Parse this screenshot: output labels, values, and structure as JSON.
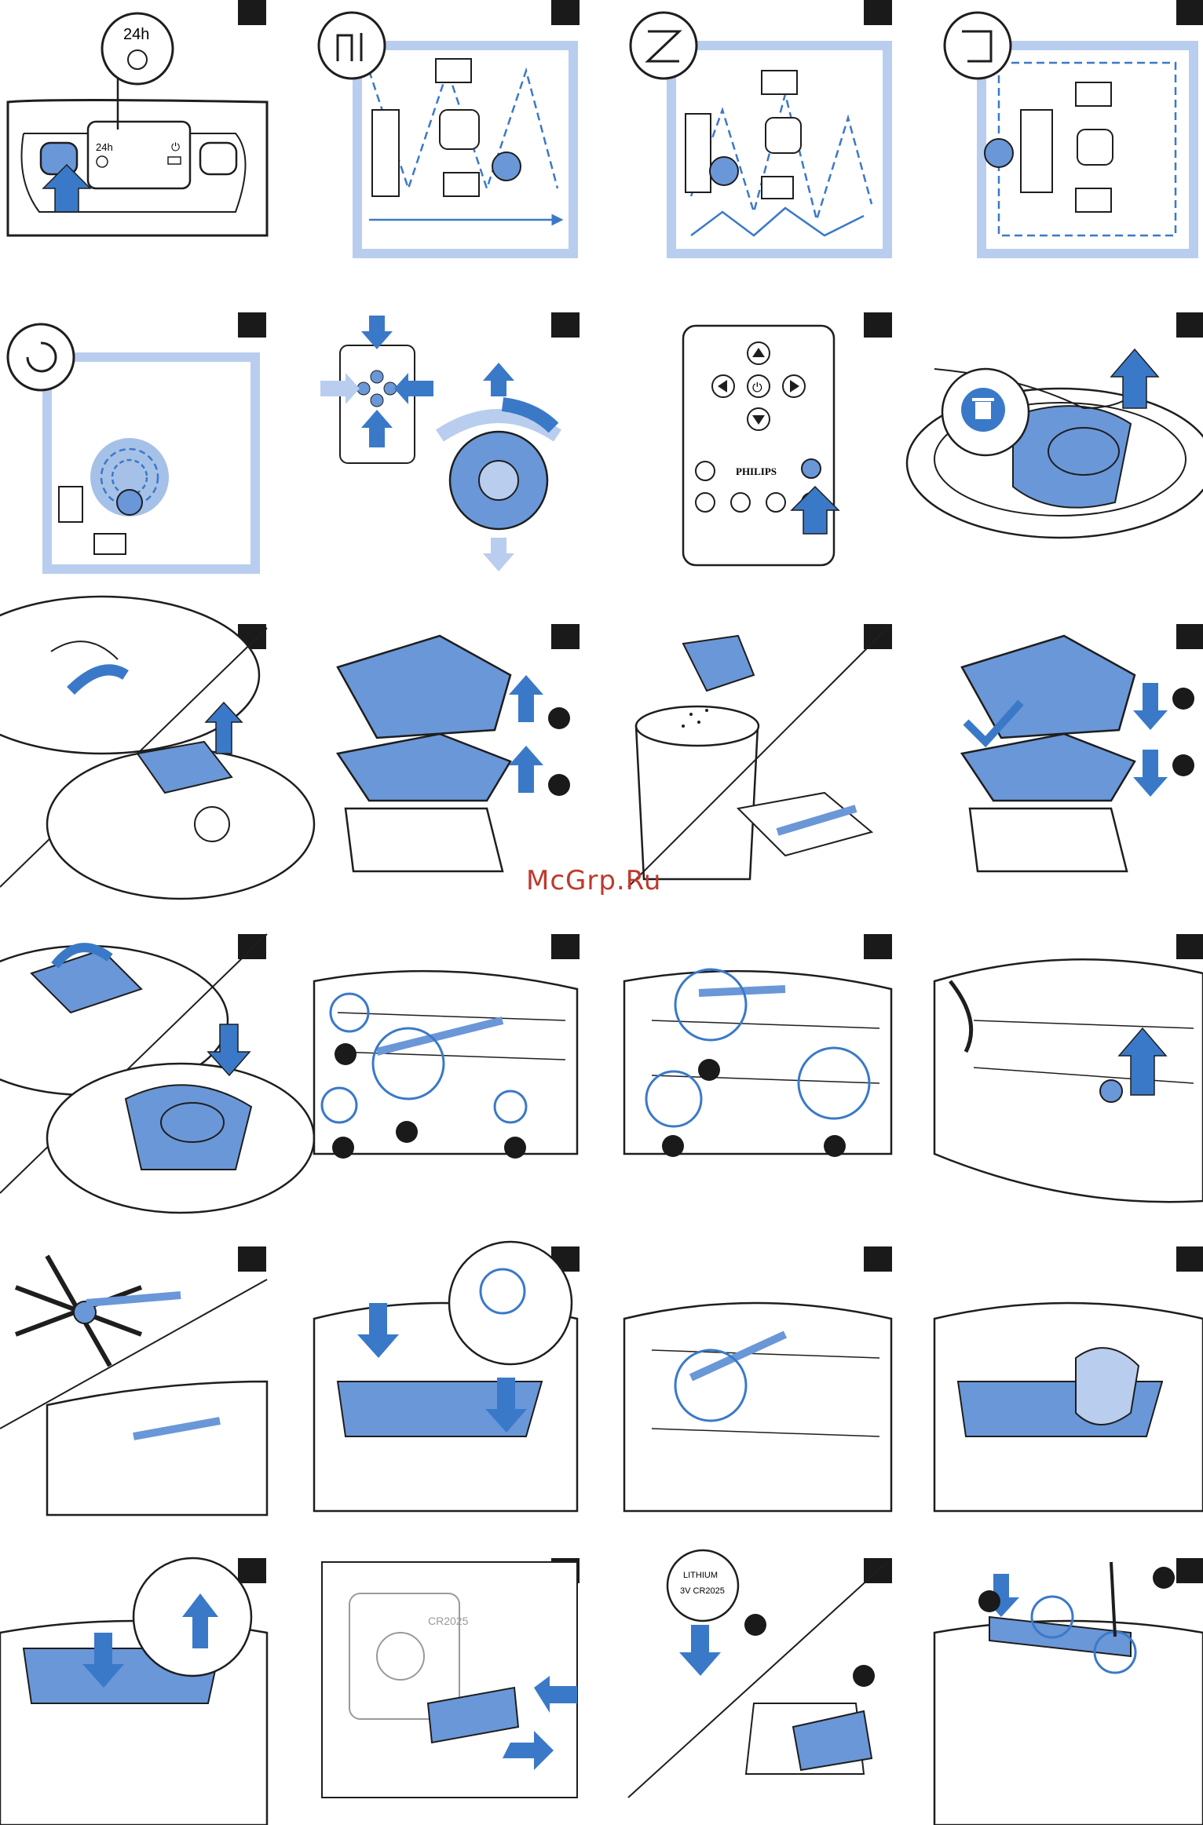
{
  "watermark": "McGrp.Ru",
  "colors": {
    "accent": "#3a79c8",
    "fill": "#6a97d8",
    "light": "#b9cdee",
    "ink": "#1e1e1e",
    "badge": "#1a1a1a"
  },
  "panel_1": {
    "timer_bubble": "24h",
    "display_timer": "24h",
    "icon": "clock-icon"
  },
  "panel_2": {
    "icon": "zigzag-mode-icon"
  },
  "panel_3": {
    "icon": "random-mode-icon"
  },
  "panel_4": {
    "icon": "wall-follow-mode-icon"
  },
  "panel_5": {
    "icon": "spot-mode-icon"
  },
  "panel_7": {
    "brand": "PHILIPS"
  },
  "panel_23": {
    "battery_label": "CR2025"
  },
  "panel_24": {
    "battery_text_1": "LITHIUM",
    "battery_text_2": "3V CR2025"
  }
}
